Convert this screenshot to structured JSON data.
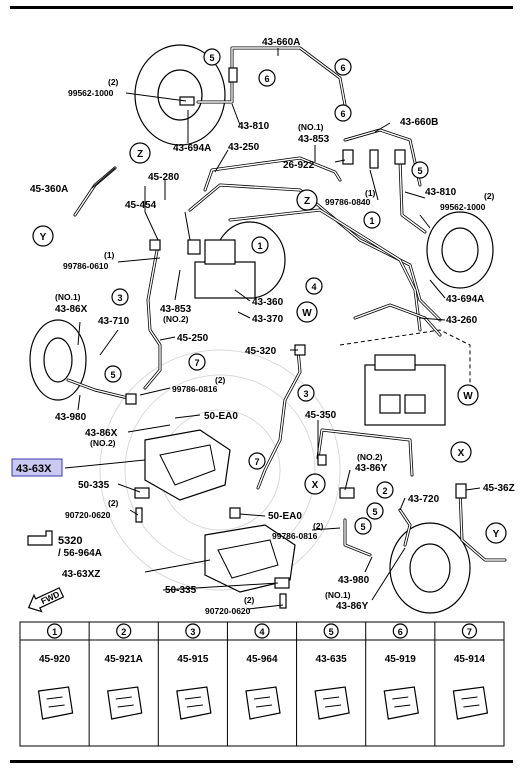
{
  "labels": {
    "p43_660A": "43-660A",
    "p43_810_top": "43-810",
    "p43_694A_top": "43-694A",
    "p99562_q": "(2)",
    "p99562": "99562-1000",
    "p43_250": "43-250",
    "p43_660B": "43-660B",
    "p43_853_q": "(NO.1)",
    "p43_853": "43-853",
    "p26_922": "26-922",
    "p99786_0840_q": "(1)",
    "p99786_0840": "99786-0840",
    "p43_810_r": "43-810",
    "p99562_r_q": "(2)",
    "p99562_r": "99562-1000",
    "p45_360A": "45-360A",
    "p45_280": "45-280",
    "p45_454": "45-454",
    "p99786_0610_q": "(1)",
    "p99786_0610": "99786-0610",
    "p86X_q": "(NO.1)",
    "p43_86X": "43-86X",
    "p43_710": "43-710",
    "p43_853_b": "43-853",
    "p43_853_b_q": "(NO.2)",
    "p43_360": "43-360",
    "p43_370": "43-370",
    "p43_694A_r": "43-694A",
    "p43_260": "43-260",
    "p45_250": "45-250",
    "p45_320": "45-320",
    "p99786_0816_q": "(2)",
    "p99786_0816": "99786-0816",
    "p43_980_l": "43-980",
    "p43_86X_b": "43-86X",
    "p43_86X_b_q": "(NO.2)",
    "p50_EA0_top": "50-EA0",
    "p45_350": "45-350",
    "p86Y_q": "(NO.2)",
    "p43_86Y": "43-86Y",
    "p43_63X": "43-63X",
    "p50_335": "50-335",
    "p90720_q": "(2)",
    "p90720": "90720-0620",
    "p50_EA0_b": "50-EA0",
    "p99786_0816_b_q": "(2)",
    "p99786_0816_b": "99786-0816",
    "p43_720": "43-720",
    "p45_36Z": "45-36Z",
    "ref5320": "5320",
    "ref56964A": "/ 56-964A",
    "p43_63XZ": "43-63XZ",
    "p50_335_b": "50-335",
    "p90720_b_q": "(2)",
    "p90720_b": "90720-0620",
    "p43_980_r": "43-980",
    "p86Y_b_q": "(NO.1)",
    "p43_86Y_b": "43-86Y",
    "fwd": "FWD"
  },
  "markers": {
    "Z": "Z",
    "Y": "Y",
    "W": "W",
    "X": "X",
    "n1": "1",
    "n2": "2",
    "n3": "3",
    "n4": "4",
    "n5": "5",
    "n6": "6",
    "n7": "7"
  },
  "legend": [
    {
      "num": "1",
      "part": "45-920"
    },
    {
      "num": "2",
      "part": "45-921A"
    },
    {
      "num": "3",
      "part": "45-915"
    },
    {
      "num": "4",
      "part": "45-964"
    },
    {
      "num": "5",
      "part": "43-635"
    },
    {
      "num": "6",
      "part": "45-919"
    },
    {
      "num": "7",
      "part": "45-914"
    }
  ],
  "colors": {
    "highlight_fill": "#c9c9f2",
    "highlight_stroke": "#3a3ab0"
  }
}
